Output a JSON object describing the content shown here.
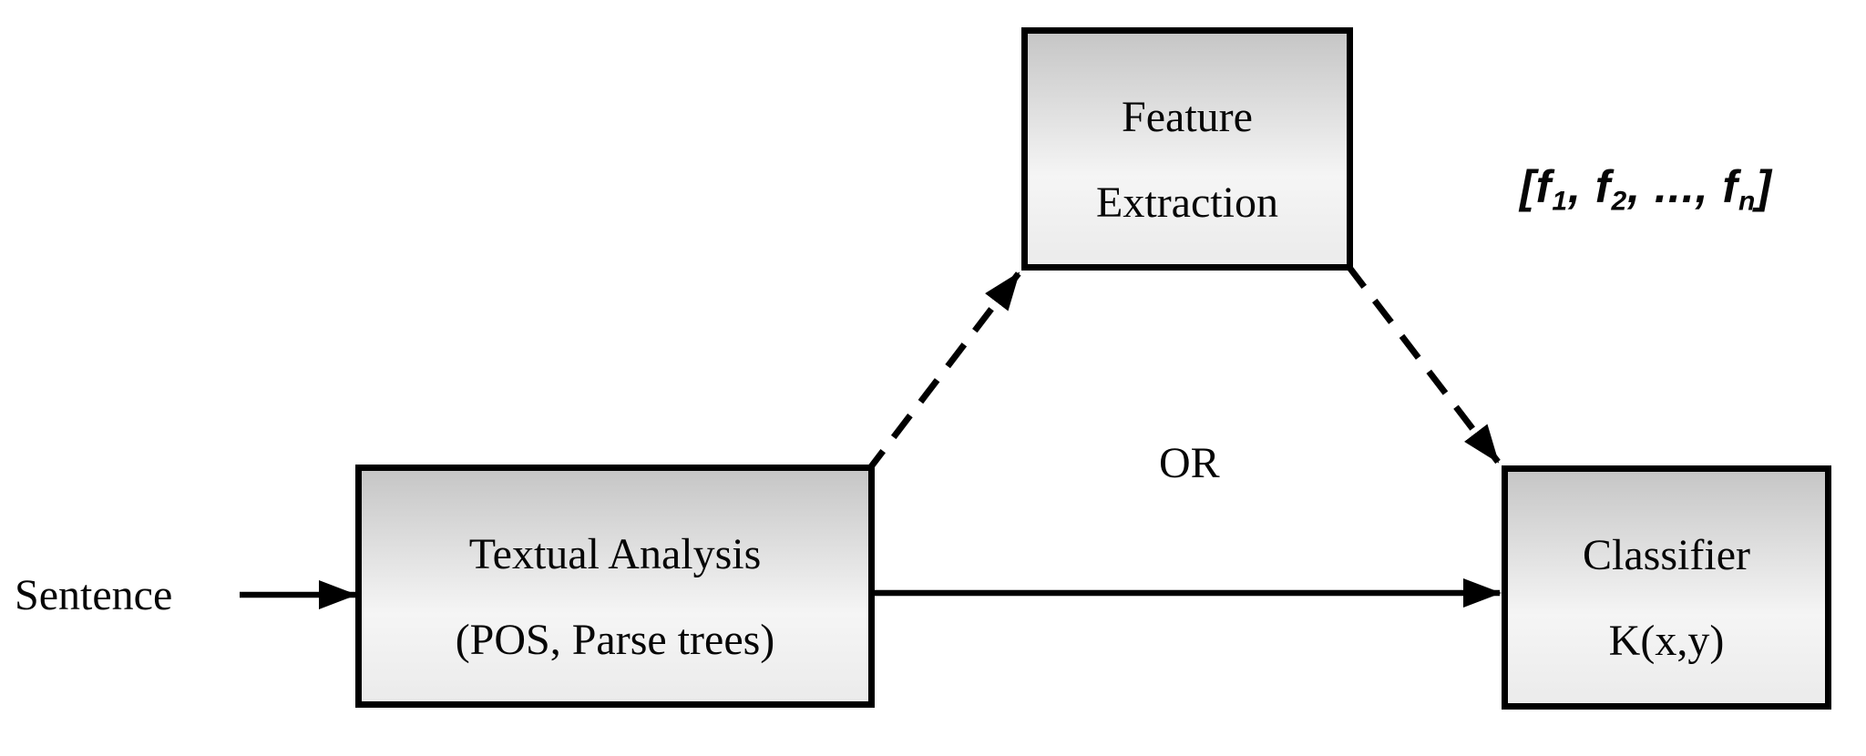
{
  "diagram": {
    "background": "#ffffff",
    "line_color": "#000000",
    "box_border_color": "#000000",
    "box_fill_top": "#c6c6c6",
    "box_fill_bottom": "#ebebeb",
    "nodes": {
      "textual_analysis": {
        "line1": "Textual Analysis",
        "line2": "(POS, Parse trees)"
      },
      "feature_extraction": {
        "line1": "Feature",
        "line2": "Extraction"
      },
      "classifier": {
        "line1": "Classifier",
        "line2": "K(x,y)"
      }
    },
    "labels": {
      "input": "Sentence",
      "or": "OR",
      "feature_vector": {
        "parts": [
          "[f",
          "1",
          ", f",
          "2",
          ", ..., f",
          "n",
          "]"
        ]
      }
    }
  }
}
